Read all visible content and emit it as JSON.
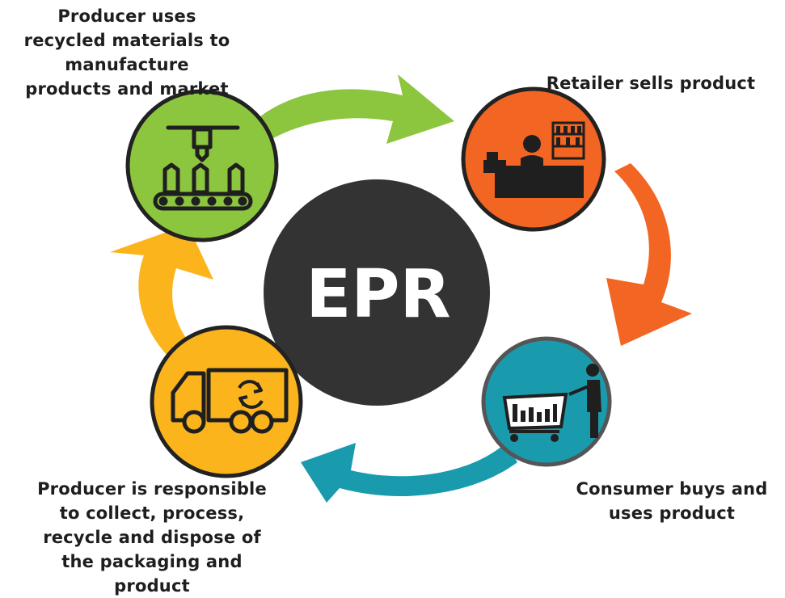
{
  "center": {
    "text": "EPR"
  },
  "steps": [
    {
      "lines": [
        "Producer uses",
        "recycled materials to",
        "manufacture",
        "products and market"
      ],
      "color": "#8cc63f"
    },
    {
      "lines": [
        "Retailer sells product"
      ],
      "color": "#f26522"
    },
    {
      "lines": [
        "Consumer buys and",
        "uses product"
      ],
      "color": "#1a9bad"
    },
    {
      "lines": [
        "Producer is responsible",
        "to collect, process,",
        "recycle and dispose of",
        "the packaging and",
        "product"
      ],
      "color": "#fbb41c"
    }
  ],
  "icons": [
    "factory-conveyor-icon",
    "retail-counter-icon",
    "shopping-cart-icon",
    "recycling-truck-icon"
  ],
  "colors": {
    "center": "#333333",
    "outline": "#222222",
    "icon": "#1f1f1f",
    "consumer_circle_border": "#555555"
  }
}
